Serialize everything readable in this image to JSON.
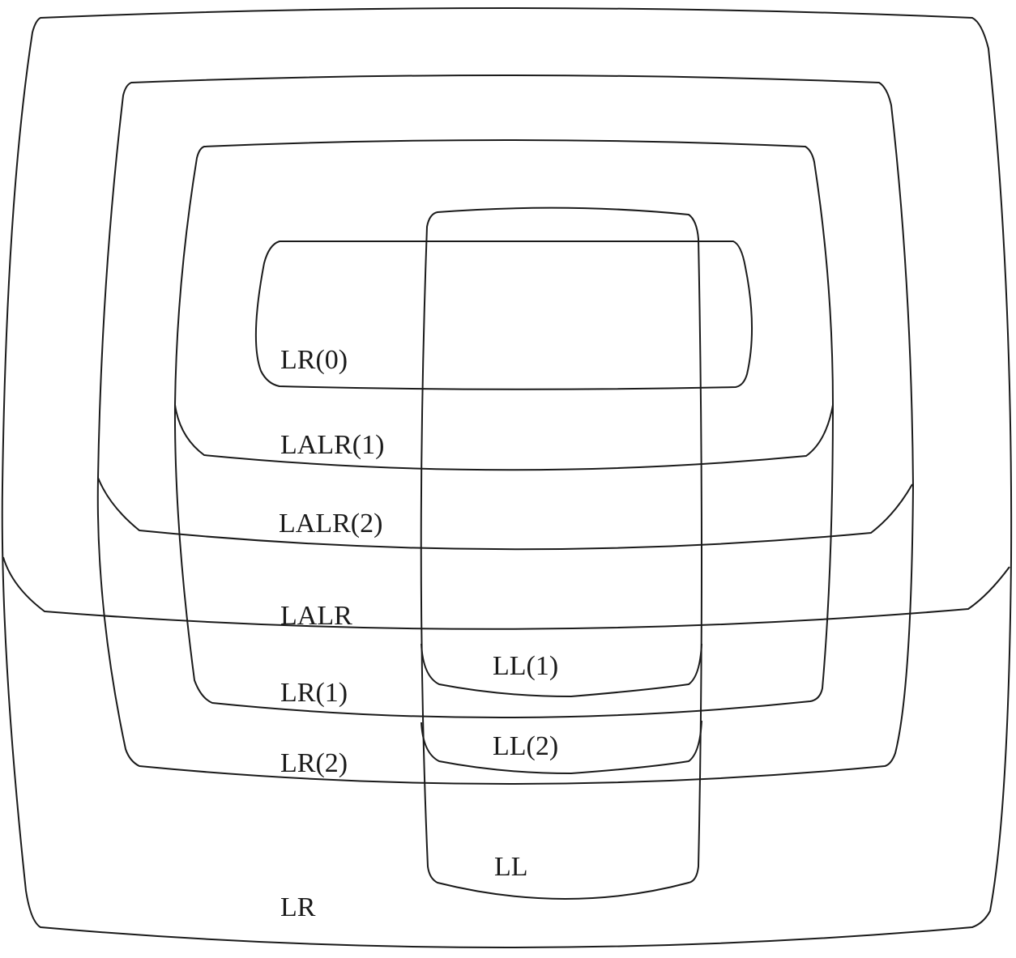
{
  "diagram": {
    "labels": {
      "lr0": "LR(0)",
      "lalr1": "LALR(1)",
      "lalr2": "LALR(2)",
      "lalr": "LALR",
      "lr1": "LR(1)",
      "lr2": "LR(2)",
      "lr": "LR",
      "ll1": "LL(1)",
      "ll2": "LL(2)",
      "ll": "LL"
    },
    "stroke_color": "#1a1a1a",
    "background": "#ffffff"
  }
}
